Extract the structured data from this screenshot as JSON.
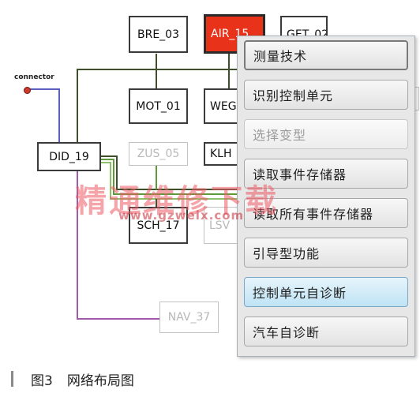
{
  "nodes": {
    "bre": "BRE_03",
    "air": "AIR_15",
    "get": "GET_02",
    "mot": "MOT_01",
    "weg": "WEG",
    "did": "DID_19",
    "zus": "ZUS_05",
    "klh": "KLH",
    "sch": "SCH_17",
    "lsv": "LSV",
    "nav": "NAV_37"
  },
  "connector_label": "connector",
  "context_menu": {
    "items": [
      {
        "label": "测量技术",
        "state": "outlined"
      },
      {
        "label": "识别控制单元",
        "state": "normal"
      },
      {
        "label": "选择变型",
        "state": "disabled"
      },
      {
        "label": "读取事件存储器",
        "state": "normal"
      },
      {
        "label": "读取所有事件存储器",
        "state": "normal"
      },
      {
        "label": "引导型功能",
        "state": "normal"
      },
      {
        "label": "控制单元自诊断",
        "state": "highlighted"
      },
      {
        "label": "汽车自诊断",
        "state": "normal"
      }
    ]
  },
  "watermark": {
    "text": "精通维修下载",
    "url": "www.gzweix.com"
  },
  "caption": {
    "figure_number": "图3",
    "title": "网络布局图"
  },
  "colors": {
    "active_node": "#e8321a",
    "highlight_item": "#bfe3f4",
    "line_dark_green": "#3f4f2a",
    "line_green": "#5e9a3a",
    "line_blue": "#5a5fc0",
    "line_purple": "#a05aa8",
    "watermark": "#ec5a64"
  }
}
